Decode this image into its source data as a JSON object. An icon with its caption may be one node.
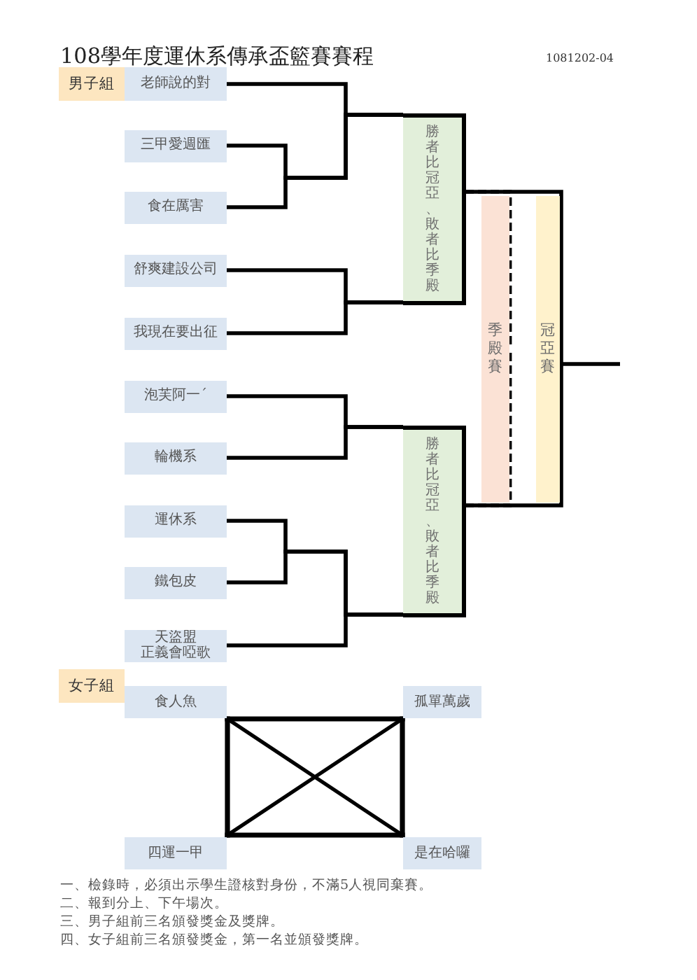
{
  "diagram": {
    "title": "108學年度運休系傳承盃籃賽賽程",
    "nodes": [
      {
        "text": [
          "男子組"
        ]
      },
      {
        "text": [
          "老師說的對"
        ]
      },
      {
        "text": [
          "三甲愛週匯"
        ]
      },
      {
        "text": [
          "食在厲害"
        ]
      },
      {
        "text": [
          "舒爽建設公司"
        ]
      },
      {
        "text": [
          "我現在要出征"
        ]
      },
      {
        "text": [
          "泡芙阿一ˊ"
        ]
      },
      {
        "text": [
          "輪機系"
        ]
      },
      {
        "text": [
          "運休系"
        ]
      },
      {
        "text": [
          "鐵包皮"
        ]
      },
      {
        "text": [
          "天盜盟",
          "正義會啞歌"
        ]
      },
      {
        "text": [
          "勝者比冠亞、敗者比季殿"
        ]
      },
      {
        "text": [
          "勝者比冠亞、敗者比季殿"
        ]
      },
      {
        "text": [
          "季殿賽"
        ]
      },
      {
        "text": [
          "冠亞賽"
        ]
      },
      {
        "text": [
          "女子組"
        ]
      },
      {
        "text": [
          "食人魚"
        ]
      },
      {
        "text": [
          "孤單萬歲"
        ]
      },
      {
        "text": [
          "四運一甲"
        ]
      },
      {
        "text": [
          "是在哈囉"
        ]
      }
    ],
    "edges": [
      {
        "from": 1,
        "to": 11,
        "arrow": "none"
      },
      {
        "from": 2,
        "to": 11,
        "arrow": "none"
      },
      {
        "from": 3,
        "to": 11,
        "arrow": "none"
      },
      {
        "from": 4,
        "to": 11,
        "arrow": "none"
      },
      {
        "from": 5,
        "to": 11,
        "arrow": "none"
      },
      {
        "from": 6,
        "to": 12,
        "arrow": "none"
      },
      {
        "from": 7,
        "to": 12,
        "arrow": "none"
      },
      {
        "from": 8,
        "to": 12,
        "arrow": "none"
      },
      {
        "from": 9,
        "to": 12,
        "arrow": "none"
      },
      {
        "from": 10,
        "to": 12,
        "arrow": "none"
      },
      {
        "from": 11,
        "to": 14,
        "arrow": "none"
      },
      {
        "from": 12,
        "to": 14,
        "arrow": "none"
      },
      {
        "from": 11,
        "to": 13,
        "arrow": "none",
        "style": "dashed"
      },
      {
        "from": 12,
        "to": 13,
        "arrow": "none",
        "style": "dashed"
      },
      {
        "from": 14,
        "to": null,
        "arrow": "none"
      },
      {
        "from": 16,
        "to": 17,
        "arrow": "none"
      },
      {
        "from": 16,
        "to": 18,
        "arrow": "none"
      },
      {
        "from": 16,
        "to": 19,
        "arrow": "none"
      },
      {
        "from": 17,
        "to": 18,
        "arrow": "none"
      },
      {
        "from": 17,
        "to": 19,
        "arrow": "none"
      },
      {
        "from": 18,
        "to": 19,
        "arrow": "none"
      }
    ],
    "labels": [
      "1081202-04",
      "一、檢錄時，必須出示學生證核對身份，不滿5人視同棄賽。",
      "二、報到分上、下午場次。",
      "三、男子組前三名頒發獎金及獎牌。",
      "四、女子組前三名頒發獎金，第一名並頒發獎牌。"
    ]
  }
}
